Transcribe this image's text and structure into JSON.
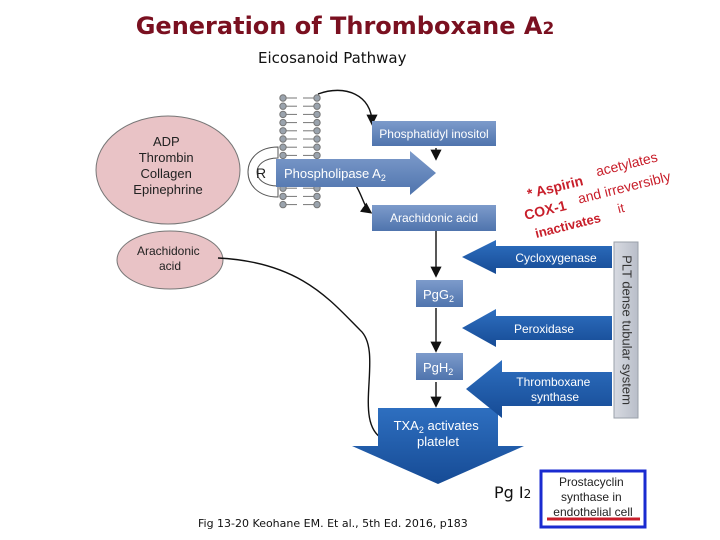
{
  "title": "Generation of Thromboxane A",
  "title_sub": "2",
  "subtitle": "Eicosanoid Pathway",
  "agonists": [
    "ADP",
    "Thrombin",
    "Collagen",
    "Epinephrine"
  ],
  "receptor": "R",
  "arachidonic_ext": [
    "Arachidonic",
    "acid"
  ],
  "pathway": {
    "phosphatidyl": "Phosphatidyl inositol",
    "phospholipase": "Phospholipase A",
    "phospholipase_sub": "2",
    "arachidonic": "Arachidonic acid",
    "pgg": "PgG",
    "pgg_sub": "2",
    "pgh": "PgH",
    "pgh_sub": "2",
    "txa_line1": "TXA",
    "txa_sub": "2",
    "txa_line1_rest": " activates",
    "txa_line2": "platelet"
  },
  "enzymes": {
    "cyclooxygenase": "Cycloxygenase",
    "peroxidase": "Peroxidase",
    "thromboxane_synthase": [
      "Thromboxane",
      "synthase"
    ]
  },
  "plt_system": "PLT dense tubular system",
  "aspirin_note": {
    "line1a": "* Aspirin",
    "line1b": "acetylates",
    "line2a": "COX-1",
    "line2b": "and irreversibly",
    "line3a": "inactivates",
    "line3b": "it"
  },
  "pgi2_label": "Pg I",
  "pgi2_sub": "2",
  "prostacyclin": [
    "Prostacyclin",
    "synthase in",
    "endothelial cell"
  ],
  "caption": "Fig 13-20  Keohane EM. Et al., 5th Ed. 2016, p183",
  "colors": {
    "title": "#7a1020",
    "pathway_box": "#5a7fb8",
    "pathway_text": "#ffffff",
    "enzyme_arrow": "#1e5aa8",
    "plt_bar": "#c9cdd6",
    "agonist_fill": "#e9c3c6",
    "aspirin_red": "#c81e2a",
    "prostacyclin_border": "#1a2bd0"
  }
}
